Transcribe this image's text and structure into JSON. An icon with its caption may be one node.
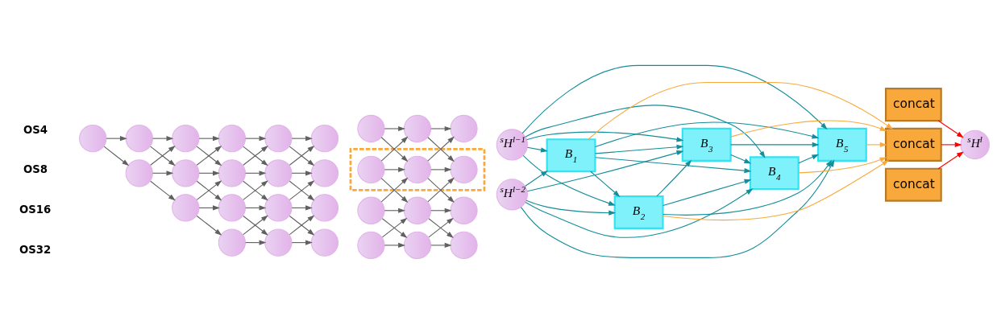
{
  "diagram": {
    "nodes": [
      {
        "text": [],
        "shape": "circle"
      },
      {
        "text": [],
        "shape": "circle"
      },
      {
        "text": [],
        "shape": "circle"
      },
      {
        "text": [],
        "shape": "circle"
      },
      {
        "text": [],
        "shape": "circle"
      },
      {
        "text": [],
        "shape": "circle"
      },
      {
        "text": [],
        "shape": "circle"
      },
      {
        "text": [],
        "shape": "circle"
      },
      {
        "text": [],
        "shape": "circle"
      },
      {
        "text": [],
        "shape": "box"
      },
      {
        "text": [],
        "shape": "circle"
      },
      {
        "text": [],
        "shape": "circle"
      },
      {
        "text": [],
        "shape": "circle"
      },
      {
        "text": [],
        "shape": "circle"
      },
      {
        "text": [],
        "shape": "circle"
      },
      {
        "text": [],
        "shape": "circle",
        "in": 9
      },
      {
        "text": [],
        "shape": "circle",
        "in": 9
      },
      {
        "text": [],
        "shape": "circle",
        "in": 9
      },
      {
        "text": [],
        "shape": "circle"
      },
      {
        "text": [],
        "shape": "circle"
      },
      {
        "text": [],
        "shape": "circle"
      },
      {
        "text": [],
        "shape": "circle"
      },
      {
        "text": [],
        "shape": "circle"
      },
      {
        "text": [],
        "shape": "circle"
      },
      {
        "text": [],
        "shape": "circle"
      },
      {
        "text": [],
        "shape": "circle"
      },
      {
        "text": [],
        "shape": "circle"
      },
      {
        "text": [],
        "shape": "circle"
      },
      {
        "text": [],
        "shape": "circle"
      },
      {
        "text": [],
        "shape": "circle"
      },
      {
        "text": [],
        "shape": "circle"
      },
      {
        "text": [
          "$^{s}$H$^{l−2}$"
        ]
      },
      {
        "text": [
          "$^{s}$H$^{l−1}$"
        ]
      },
      {
        "text": [
          "B$_{1}$"
        ]
      },
      {
        "text": [
          "B$_{2}$"
        ]
      },
      {
        "text": [
          "B$_{3}$"
        ]
      },
      {
        "text": [
          "B$_{4}$"
        ]
      },
      {
        "text": [
          "B$_{5}$"
        ]
      },
      {
        "text": [
          "concat"
        ]
      },
      {
        "text": [
          "concat"
        ]
      },
      {
        "text": [
          "concat"
        ]
      },
      {
        "text": [
          "$^{s}$H$^{l}$"
        ]
      }
    ],
    "edges": [
      {
        "from": 0,
        "to": 1,
        "arrow": "to"
      },
      {
        "from": 1,
        "to": 2,
        "arrow": "to"
      },
      {
        "from": 2,
        "to": 3,
        "arrow": "to"
      },
      {
        "from": 3,
        "to": 4,
        "arrow": "to"
      },
      {
        "from": 4,
        "to": 5,
        "arrow": "to"
      },
      {
        "from": 6,
        "to": 7,
        "arrow": "to"
      },
      {
        "from": 7,
        "to": 8,
        "arrow": "to"
      },
      {
        "from": 0,
        "to": 10,
        "arrow": "to"
      },
      {
        "from": 1,
        "to": 11,
        "arrow": "to"
      },
      {
        "from": 10,
        "to": 2,
        "arrow": "to"
      },
      {
        "from": 2,
        "to": 12,
        "arrow": "to"
      },
      {
        "from": 11,
        "to": 3,
        "arrow": "to"
      },
      {
        "from": 3,
        "to": 13,
        "arrow": "to"
      },
      {
        "from": 12,
        "to": 4,
        "arrow": "to"
      },
      {
        "from": 4,
        "to": 14,
        "arrow": "to"
      },
      {
        "from": 13,
        "to": 5,
        "arrow": "to"
      },
      {
        "from": 6,
        "to": 16,
        "arrow": "to"
      },
      {
        "from": 15,
        "to": 7,
        "arrow": "to"
      },
      {
        "from": 7,
        "to": 17,
        "arrow": "to"
      },
      {
        "from": 16,
        "to": 8,
        "arrow": "to"
      },
      {
        "from": 10,
        "to": 11,
        "arrow": "to"
      },
      {
        "from": 11,
        "to": 12,
        "arrow": "to"
      },
      {
        "from": 12,
        "to": 13,
        "arrow": "to"
      },
      {
        "from": 13,
        "to": 14,
        "arrow": "to"
      },
      {
        "from": 15,
        "to": 16,
        "arrow": "to"
      },
      {
        "from": 16,
        "to": 17,
        "arrow": "to"
      },
      {
        "from": 10,
        "to": 18,
        "arrow": "to"
      },
      {
        "from": 11,
        "to": 19,
        "arrow": "to"
      },
      {
        "from": 18,
        "to": 12,
        "arrow": "to"
      },
      {
        "from": 12,
        "to": 20,
        "arrow": "to"
      },
      {
        "from": 19,
        "to": 13,
        "arrow": "to"
      },
      {
        "from": 13,
        "to": 21,
        "arrow": "to"
      },
      {
        "from": 20,
        "to": 14,
        "arrow": "to"
      },
      {
        "from": 15,
        "to": 23,
        "arrow": "to"
      },
      {
        "from": 22,
        "to": 16,
        "arrow": "to"
      },
      {
        "from": 16,
        "to": 24,
        "arrow": "to"
      },
      {
        "from": 23,
        "to": 17,
        "arrow": "to"
      },
      {
        "from": 18,
        "to": 19,
        "arrow": "to"
      },
      {
        "from": 19,
        "to": 20,
        "arrow": "to"
      },
      {
        "from": 20,
        "to": 21,
        "arrow": "to"
      },
      {
        "from": 22,
        "to": 23,
        "arrow": "to"
      },
      {
        "from": 23,
        "to": 24,
        "arrow": "to"
      },
      {
        "from": 18,
        "to": 25,
        "arrow": "to"
      },
      {
        "from": 19,
        "to": 26,
        "arrow": "to"
      },
      {
        "from": 25,
        "to": 20,
        "arrow": "to"
      },
      {
        "from": 20,
        "to": 27,
        "arrow": "to"
      },
      {
        "from": 26,
        "to": 21,
        "arrow": "to"
      },
      {
        "from": 22,
        "to": 29,
        "arrow": "to"
      },
      {
        "from": 28,
        "to": 23,
        "arrow": "to"
      },
      {
        "from": 23,
        "to": 30,
        "arrow": "to"
      },
      {
        "from": 29,
        "to": 24,
        "arrow": "to"
      },
      {
        "from": 25,
        "to": 26,
        "arrow": "to"
      },
      {
        "from": 26,
        "to": 27,
        "arrow": "to"
      },
      {
        "from": 28,
        "to": 29,
        "arrow": "to"
      },
      {
        "from": 29,
        "to": 30,
        "arrow": "to"
      },
      {
        "from": 31,
        "to": 33,
        "arrow": "to",
        "color": "#138d99"
      },
      {
        "from": 31,
        "to": 34,
        "arrow": "to",
        "color": "#138d99"
      },
      {
        "from": 31,
        "to": 35,
        "arrow": "to",
        "color": "#138d99"
      },
      {
        "from": 31,
        "to": 36,
        "arrow": "to",
        "color": "#138d99"
      },
      {
        "from": 31,
        "to": 37,
        "arrow": "to",
        "color": "#138d99"
      },
      {
        "from": 32,
        "to": 33,
        "arrow": "to",
        "color": "#138d99"
      },
      {
        "from": 32,
        "to": 34,
        "arrow": "to",
        "color": "#138d99"
      },
      {
        "from": 32,
        "to": 35,
        "arrow": "to",
        "color": "#138d99"
      },
      {
        "from": 32,
        "to": 36,
        "arrow": "to",
        "color": "#138d99"
      },
      {
        "from": 32,
        "to": 37,
        "arrow": "to",
        "color": "#138d99"
      },
      {
        "from": 33,
        "to": 34,
        "arrow": "to",
        "color": "#138d99"
      },
      {
        "from": 33,
        "to": 35,
        "arrow": "to",
        "color": "#138d99"
      },
      {
        "from": 33,
        "to": 36,
        "arrow": "to",
        "color": "#138d99"
      },
      {
        "from": 33,
        "to": 37,
        "arrow": "to",
        "color": "#138d99"
      },
      {
        "from": 34,
        "to": 35,
        "arrow": "to",
        "color": "#138d99"
      },
      {
        "from": 34,
        "to": 36,
        "arrow": "to",
        "color": "#138d99"
      },
      {
        "from": 34,
        "to": 37,
        "arrow": "to",
        "color": "#138d99"
      },
      {
        "from": 35,
        "to": 36,
        "arrow": "to",
        "color": "#138d99"
      },
      {
        "from": 35,
        "to": 37,
        "arrow": "to",
        "color": "#138d99"
      },
      {
        "from": 36,
        "to": 37,
        "arrow": "to",
        "color": "#138d99"
      },
      {
        "from": 33,
        "to": 39,
        "arrow": "to",
        "color": "#f9a93b"
      },
      {
        "from": 34,
        "to": 39,
        "arrow": "to",
        "color": "#f9a93b"
      },
      {
        "from": 35,
        "to": 39,
        "arrow": "to",
        "color": "#f9a93b"
      },
      {
        "from": 36,
        "to": 39,
        "arrow": "to",
        "color": "#f9a93b"
      },
      {
        "from": 37,
        "to": 39,
        "arrow": "to",
        "color": "#f9a93b"
      },
      {
        "from": 38,
        "to": 41,
        "arrow": "to",
        "color": "#ff0000"
      },
      {
        "from": 39,
        "to": 41,
        "arrow": "to",
        "color": "#ff0000"
      },
      {
        "from": 40,
        "to": 41,
        "arrow": "to",
        "color": "#ff0000"
      }
    ],
    "labels": [
      "OS4",
      "OS8",
      "OS16",
      "OS32"
    ]
  }
}
